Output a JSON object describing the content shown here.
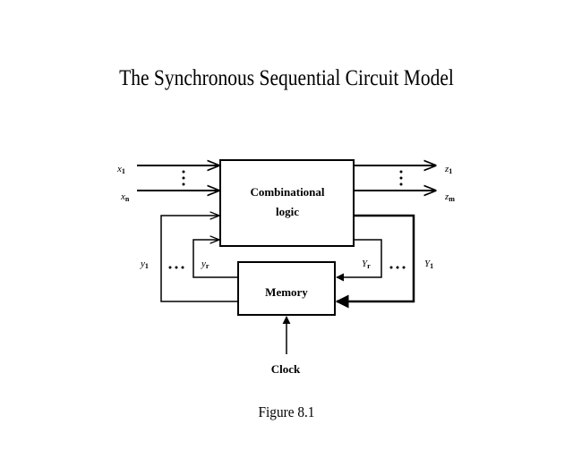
{
  "title": "The Synchronous Sequential Circuit Model",
  "caption": "Figure 8.1",
  "blocks": {
    "combinational": [
      "Combinational",
      "logic"
    ],
    "memory": "Memory"
  },
  "clock_label": "Clock",
  "signals": {
    "inputs": [
      {
        "letter": "x",
        "sub": "1"
      },
      {
        "letter": "x",
        "sub": "n"
      }
    ],
    "outputs": [
      {
        "letter": "z",
        "sub": "1"
      },
      {
        "letter": "z",
        "sub": "m"
      }
    ],
    "present_state": [
      {
        "letter": "y",
        "sub": "1"
      },
      {
        "letter": "y",
        "sub": "r"
      }
    ],
    "next_state": [
      {
        "letter": "Y",
        "sub": "r"
      },
      {
        "letter": "Y",
        "sub": "1"
      }
    ]
  },
  "ellipsis": "…"
}
